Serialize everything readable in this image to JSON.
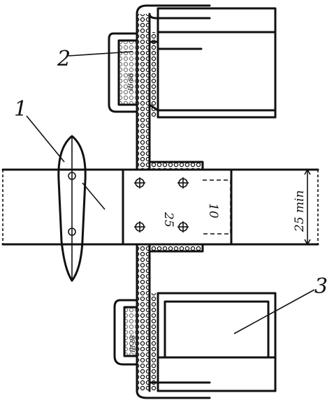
{
  "labels": {
    "callout_1": "1",
    "callout_2": "2",
    "callout_3": "3",
    "dim_10": "10",
    "dim_25": "25",
    "dim_25min": "25 min"
  },
  "colors": {
    "ink": "#111111",
    "paper": "#ffffff"
  }
}
